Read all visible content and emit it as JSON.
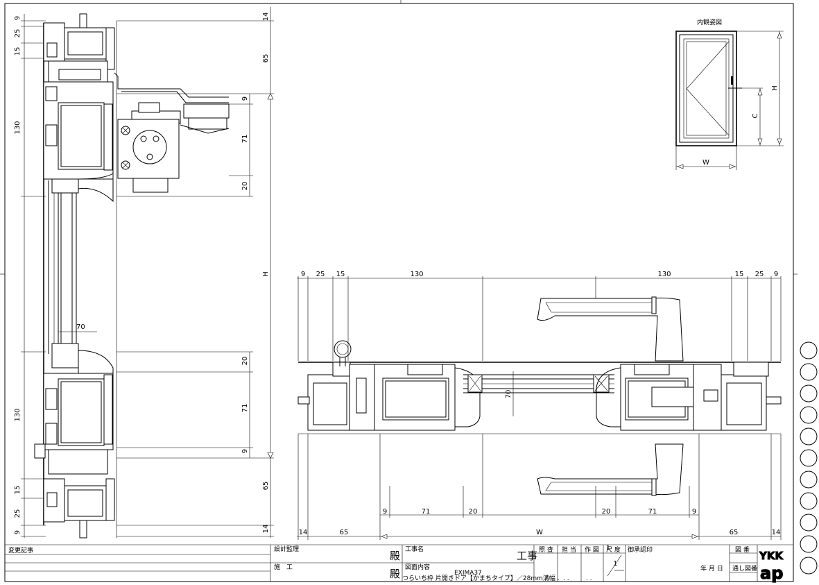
{
  "vertical_section": {
    "dims_left": [
      "9",
      "25",
      "15",
      "130",
      "130",
      "15",
      "25",
      "9"
    ],
    "dims_right": [
      "14",
      "65",
      "9",
      "71",
      "20",
      "H",
      "20",
      "71",
      "9",
      "65",
      "14"
    ],
    "label_70": "70"
  },
  "horizontal_section": {
    "dims_top": [
      "9",
      "25",
      "15",
      "130",
      "130",
      "15",
      "25",
      "9"
    ],
    "dims_bottom": [
      "14",
      "65",
      "9",
      "71",
      "20",
      "W",
      "20",
      "71",
      "9",
      "65",
      "14"
    ],
    "label_70": "70"
  },
  "elevation": {
    "title": "内観姿図",
    "w": "W",
    "h": "H",
    "c": "C"
  },
  "title_block": {
    "change_record": "変更記事",
    "design_supervision": "設計監理",
    "construction": "施　工",
    "dono1": "殿",
    "dono2": "殿",
    "project_name_label": "工事名",
    "project_suffix": "工事",
    "drawing_content_label": "図面内容",
    "product_code": "EXIMA37",
    "drawing_content": "つらいち枠 片開きドア【かまちタイプ】／28mm溝幅 .",
    "check": "照 査",
    "charge": "担 当",
    "drafted": "作 図",
    "scale_label": "尺 度",
    "scale_num": "1",
    "scale_den": "1",
    "approval": "御承認印",
    "date": "年 月 日",
    "drawing_no": "図 番",
    "serial_no": "通し図番",
    "dots1": ". .",
    "dots2": ". ."
  },
  "logo": {
    "top": "YKK",
    "bottom": "ap"
  }
}
